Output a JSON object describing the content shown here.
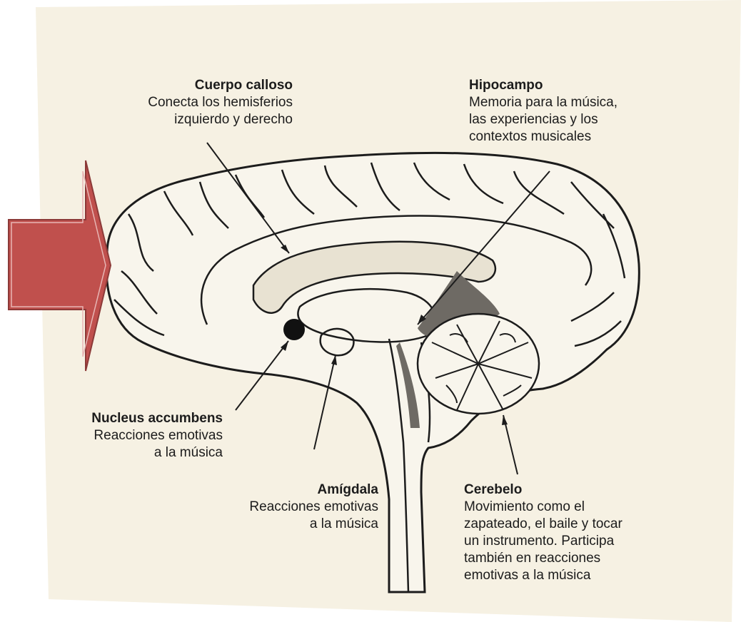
{
  "labels": {
    "corpus_callosum": {
      "title": "Cuerpo calloso",
      "desc": "Conecta los hemisferios\nizquierdo y derecho"
    },
    "hippocampus": {
      "title": "Hipocampo",
      "desc": "Memoria para la música,\nlas experiencias y los\ncontextos musicales"
    },
    "nucleus_accumbens": {
      "title": "Nucleus accumbens",
      "desc": "Reacciones emotivas\na la música"
    },
    "amygdala": {
      "title": "Amígdala",
      "desc": "Reacciones emotivas\na la música"
    },
    "cerebellum": {
      "title": "Cerebelo",
      "desc": "Movimiento como el\nzapateado, el baile y tocar\nun instrumento. Participa\ntambién en reacciones\nemotivas a la música"
    }
  },
  "colors": {
    "arrow_fill": "#c0504d",
    "arrow_stroke": "#8c3a38",
    "paper": "#f6f1e3",
    "ink": "#1c1c1c"
  }
}
